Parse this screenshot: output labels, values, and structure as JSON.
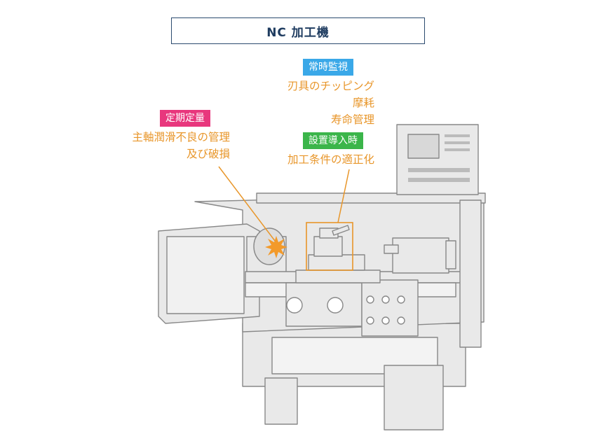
{
  "title": "NC 加工機",
  "labels": {
    "periodic": {
      "tag": "定期定量",
      "lines": [
        "主軸潤滑不良の管理",
        "及び破損"
      ]
    },
    "constant": {
      "tag": "常時監視",
      "lines": [
        "刃具のチッピング",
        "摩耗",
        "寿命管理"
      ]
    },
    "install": {
      "tag": "設置導入時",
      "lines": [
        "加工条件の適正化"
      ]
    }
  },
  "colors": {
    "periodic": "#e8377d",
    "constant": "#3aa8e8",
    "install": "#3bb54a",
    "note_text": "#e8962a",
    "title": "#1f3c60"
  },
  "icons": [
    "spark-burst-icon"
  ]
}
